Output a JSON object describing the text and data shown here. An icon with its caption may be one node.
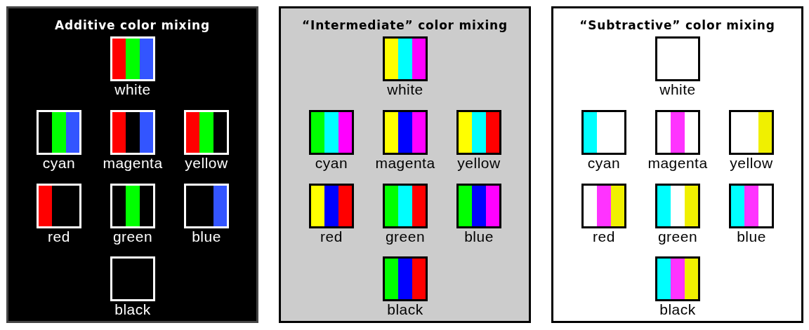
{
  "diagram": {
    "nodes": [
      {
        "text": [
          "Additive color mixing"
        ]
      },
      {
        "text": [
          "white"
        ],
        "in": 0
      },
      {
        "text": [
          "cyan"
        ],
        "in": 0
      },
      {
        "text": [
          "magenta"
        ],
        "in": 0
      },
      {
        "text": [
          "yellow"
        ],
        "in": 0
      },
      {
        "text": [
          "red"
        ],
        "in": 0
      },
      {
        "text": [
          "green"
        ],
        "in": 0
      },
      {
        "text": [
          "blue"
        ],
        "in": 0
      },
      {
        "text": [
          "black"
        ],
        "in": 0
      },
      {
        "text": [
          "“Intermediate” color mixing"
        ]
      },
      {
        "text": [
          "white"
        ],
        "in": 9
      },
      {
        "text": [
          "cyan"
        ],
        "in": 9
      },
      {
        "text": [
          "magenta"
        ],
        "in": 9
      },
      {
        "text": [
          "yellow"
        ],
        "in": 9
      },
      {
        "text": [
          "red"
        ],
        "in": 9
      },
      {
        "text": [
          "green"
        ],
        "in": 9
      },
      {
        "text": [
          "blue"
        ],
        "in": 9
      },
      {
        "text": [
          "black"
        ],
        "in": 9
      },
      {
        "text": [
          "“Subtractive” color mixing"
        ]
      },
      {
        "text": [
          "white"
        ],
        "in": 18
      },
      {
        "text": [
          "cyan"
        ],
        "in": 18
      },
      {
        "text": [
          "magenta"
        ],
        "in": 18
      },
      {
        "text": [
          "yellow"
        ],
        "in": 18
      },
      {
        "text": [
          "red"
        ],
        "in": 18
      },
      {
        "text": [
          "green"
        ],
        "in": 18
      },
      {
        "text": [
          "blue"
        ],
        "in": 18
      },
      {
        "text": [
          "black"
        ],
        "in": 18
      }
    ]
  }
}
